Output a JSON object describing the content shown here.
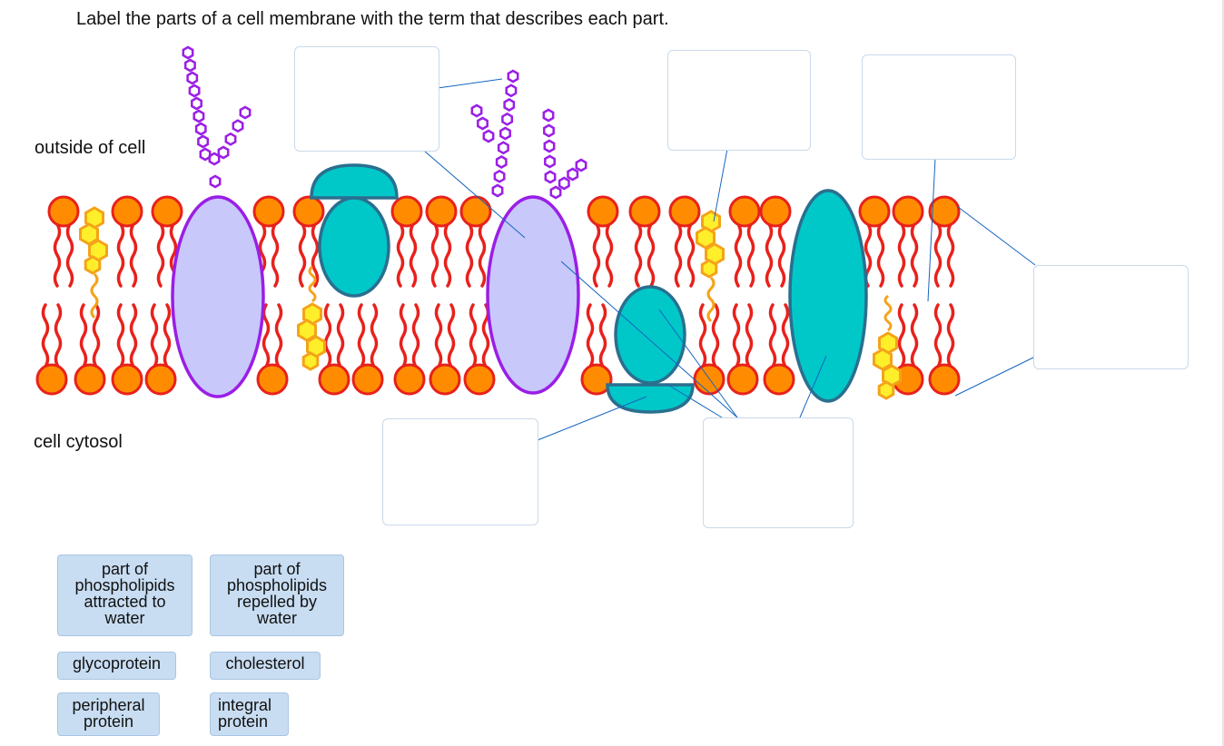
{
  "instruction": "Label the parts of a cell membrane with the term that describes each part.",
  "outside_label": "outside of cell",
  "cytosol_label": "cell cytosol",
  "chips": [
    {
      "label": "part of phospholipids attracted to water"
    },
    {
      "label": "part of phospholipids repelled by water"
    },
    {
      "label": "glycoprotein"
    },
    {
      "label": "cholesterol"
    },
    {
      "label": "peripheral protein"
    },
    {
      "label": "integral protein"
    }
  ],
  "colors": {
    "head": "#ff8c00",
    "head_border": "#e8211c",
    "tail": "#e8211c",
    "glycoprotein_fill": "#c8c8fa",
    "glycoprotein_border": "#9b1ee6",
    "sugar": "#9b1ee6",
    "protein_fill": "#00c8c8",
    "protein_border": "#2a6f8f",
    "cholesterol_fill": "#ffee2a",
    "cholesterol_border": "#f4a31a",
    "leader_line": "#1565c0",
    "chip": "#c8ddf2"
  }
}
